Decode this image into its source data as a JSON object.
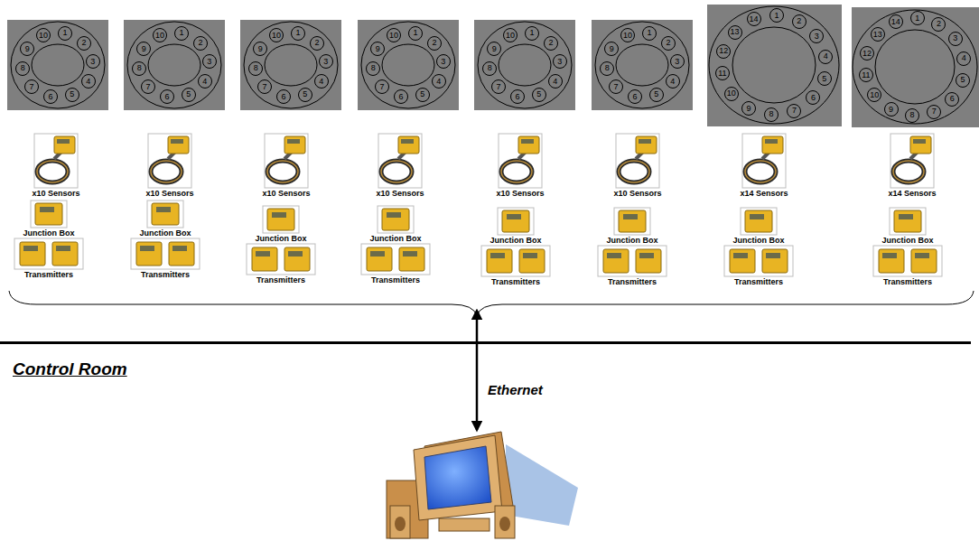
{
  "diagram": {
    "nodes": [
      {
        "text": [
          "1"
        ]
      },
      {
        "text": [
          "2"
        ]
      },
      {
        "text": [
          "3"
        ]
      },
      {
        "text": [
          "4"
        ]
      },
      {
        "text": [
          "5"
        ]
      },
      {
        "text": [
          "6"
        ]
      },
      {
        "text": [
          "7"
        ]
      },
      {
        "text": [
          "8"
        ]
      },
      {
        "text": [
          "9"
        ]
      },
      {
        "text": [
          "10"
        ]
      },
      {
        "text": [
          "1"
        ]
      },
      {
        "text": [
          "2"
        ]
      },
      {
        "text": [
          "3"
        ]
      },
      {
        "text": [
          "4"
        ]
      },
      {
        "text": [
          "5"
        ]
      },
      {
        "text": [
          "6"
        ]
      },
      {
        "text": [
          "7"
        ]
      },
      {
        "text": [
          "8"
        ]
      },
      {
        "text": [
          "9"
        ]
      },
      {
        "text": [
          "10"
        ]
      },
      {
        "text": [
          "1"
        ]
      },
      {
        "text": [
          "2"
        ]
      },
      {
        "text": [
          "3"
        ]
      },
      {
        "text": [
          "4"
        ]
      },
      {
        "text": [
          "5"
        ]
      },
      {
        "text": [
          "6"
        ]
      },
      {
        "text": [
          "7"
        ]
      },
      {
        "text": [
          "8"
        ]
      },
      {
        "text": [
          "9"
        ]
      },
      {
        "text": [
          "10"
        ]
      },
      {
        "text": [
          "1"
        ]
      },
      {
        "text": [
          "2"
        ]
      },
      {
        "text": [
          "3"
        ]
      },
      {
        "text": [
          "4"
        ]
      },
      {
        "text": [
          "5"
        ]
      },
      {
        "text": [
          "6"
        ]
      },
      {
        "text": [
          "7"
        ]
      },
      {
        "text": [
          "8"
        ]
      },
      {
        "text": [
          "9"
        ]
      },
      {
        "text": [
          "10"
        ]
      },
      {
        "text": [
          "1"
        ]
      },
      {
        "text": [
          "2"
        ]
      },
      {
        "text": [
          "3"
        ]
      },
      {
        "text": [
          "4"
        ]
      },
      {
        "text": [
          "5"
        ]
      },
      {
        "text": [
          "6"
        ]
      },
      {
        "text": [
          "7"
        ]
      },
      {
        "text": [
          "8"
        ]
      },
      {
        "text": [
          "9"
        ]
      },
      {
        "text": [
          "10"
        ]
      },
      {
        "text": [
          "1"
        ]
      },
      {
        "text": [
          "2"
        ]
      },
      {
        "text": [
          "3"
        ]
      },
      {
        "text": [
          "4"
        ]
      },
      {
        "text": [
          "5"
        ]
      },
      {
        "text": [
          "6"
        ]
      },
      {
        "text": [
          "7"
        ]
      },
      {
        "text": [
          "8"
        ]
      },
      {
        "text": [
          "9"
        ]
      },
      {
        "text": [
          "10"
        ]
      },
      {
        "text": [
          "1"
        ]
      },
      {
        "text": [
          "2"
        ]
      },
      {
        "text": [
          "3"
        ]
      },
      {
        "text": [
          "4"
        ]
      },
      {
        "text": [
          "5"
        ]
      },
      {
        "text": [
          "6"
        ]
      },
      {
        "text": [
          "7"
        ]
      },
      {
        "text": [
          "8"
        ]
      },
      {
        "text": [
          "9"
        ]
      },
      {
        "text": [
          "10"
        ]
      },
      {
        "text": [
          "11"
        ]
      },
      {
        "text": [
          "12"
        ]
      },
      {
        "text": [
          "13"
        ]
      },
      {
        "text": [
          "14"
        ]
      },
      {
        "text": [
          "1"
        ]
      },
      {
        "text": [
          "2"
        ]
      },
      {
        "text": [
          "3"
        ]
      },
      {
        "text": [
          "4"
        ]
      },
      {
        "text": [
          "5"
        ]
      },
      {
        "text": [
          "6"
        ]
      },
      {
        "text": [
          "7"
        ]
      },
      {
        "text": [
          "8"
        ]
      },
      {
        "text": [
          "9"
        ]
      },
      {
        "text": [
          "10"
        ]
      },
      {
        "text": [
          "11"
        ]
      },
      {
        "text": [
          "12"
        ]
      },
      {
        "text": [
          "13"
        ]
      },
      {
        "text": [
          "14"
        ]
      }
    ],
    "labels": [
      "x10 Sensors",
      "x10 Sensors",
      "x10 Sensors",
      "x10 Sensors",
      "x10 Sensors",
      "x10 Sensors",
      "x14 Sensors",
      "x14 Sensors",
      "Junction Box",
      "Junction Box",
      "Junction Box",
      "Junction Box",
      "Junction Box",
      "Junction Box",
      "Junction Box",
      "Junction Box",
      "Transmitters",
      "Transmitters",
      "Transmitters",
      "Transmitters",
      "Transmitters",
      "Transmitters",
      "Transmitters",
      "Transmitters",
      "Control Room",
      "Ethernet"
    ]
  }
}
